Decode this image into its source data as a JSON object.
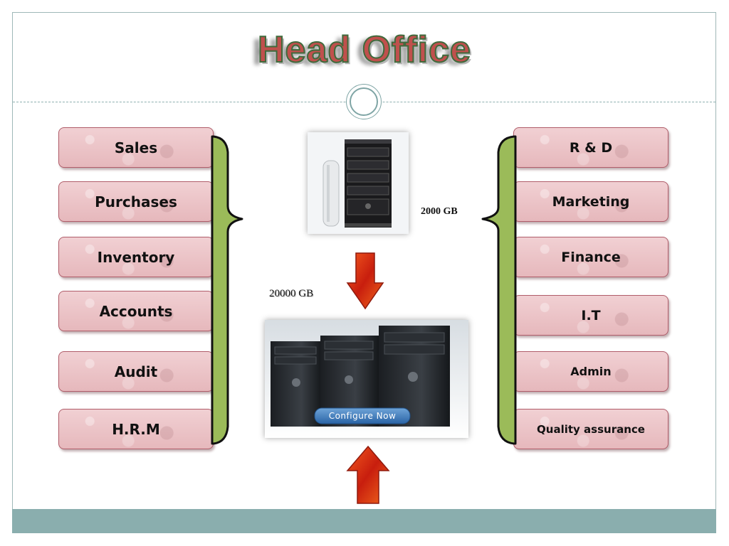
{
  "title": "Head Office",
  "left_departments": [
    "Sales",
    "Purchases",
    "Inventory",
    "Accounts",
    "Audit",
    "H.R.M"
  ],
  "right_departments": [
    "R & D",
    "Marketing",
    "Finance",
    "I.T",
    "Admin",
    "Quality assurance"
  ],
  "storage_small": "2000 GB",
  "storage_large": "20000 GB",
  "server_button": "Configure Now",
  "colors": {
    "box_fill": "#ecc6c9",
    "brace_fill": "#9bbb59",
    "arrow": "#e2421b",
    "band": "#8aaeae",
    "title": "#c0504d"
  },
  "icons": [
    "small-server-icon",
    "server-tower-cluster-icon",
    "down-arrow-icon",
    "up-arrow-icon"
  ]
}
